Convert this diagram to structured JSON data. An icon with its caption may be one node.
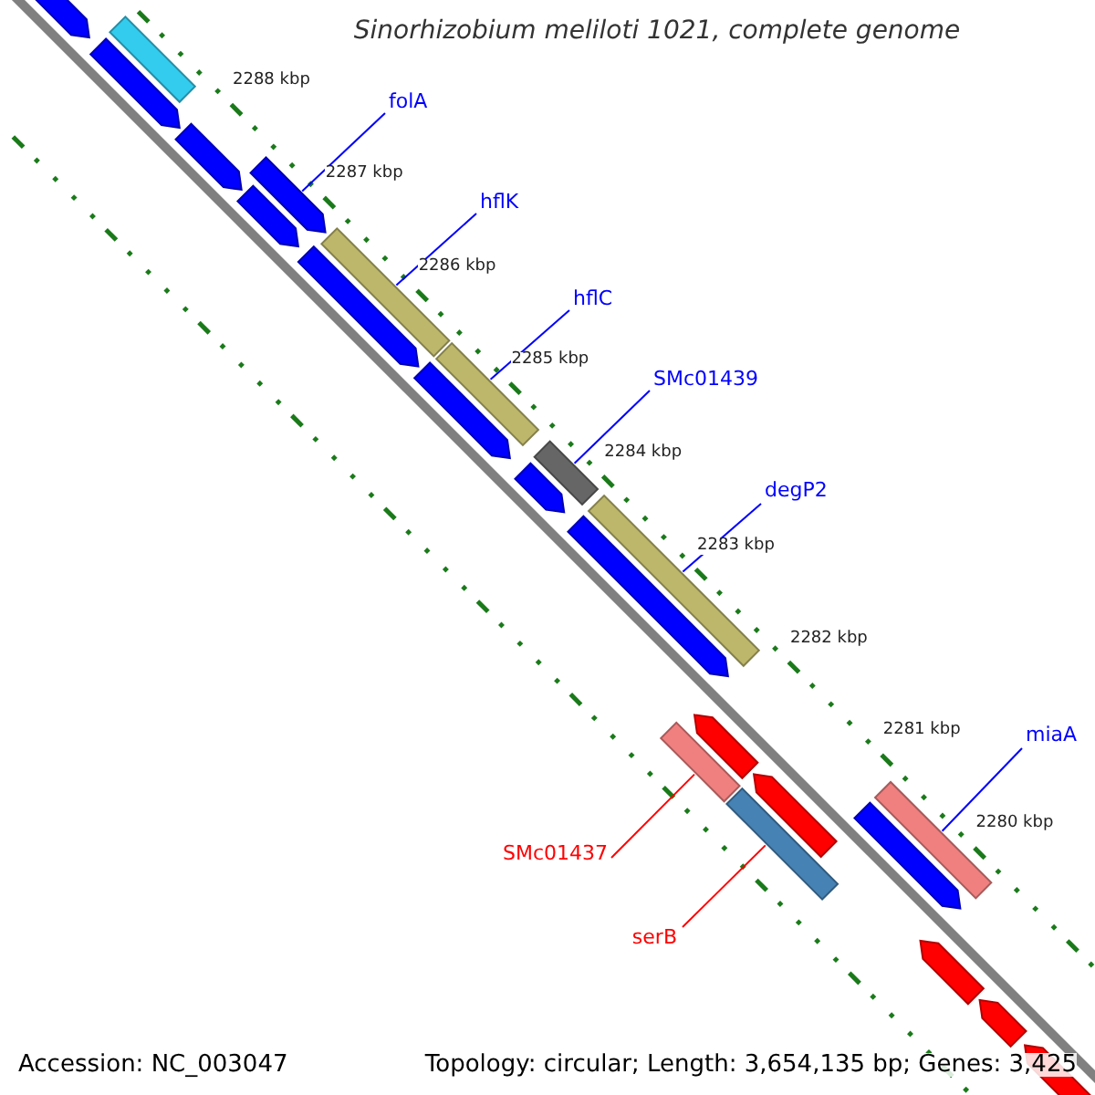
{
  "diagram": {
    "title": "Sinorhizobium meliloti 1021, complete genome",
    "nodes": [
      {
        "text": [
          "folA"
        ]
      },
      {
        "text": [
          "hflK"
        ]
      },
      {
        "text": [
          "hflC"
        ]
      },
      {
        "text": [
          "SMc01439"
        ]
      },
      {
        "text": [
          "degP2"
        ]
      },
      {
        "text": [
          "miaA"
        ]
      },
      {
        "text": [
          "SMc01437"
        ]
      },
      {
        "text": [
          "serB"
        ]
      },
      {
        "text": [],
        "shape": "arrow"
      },
      {
        "text": [],
        "shape": "bar"
      },
      {
        "text": [],
        "shape": "arrow"
      },
      {
        "text": [],
        "shape": "arrow"
      },
      {
        "text": [],
        "shape": "arrow"
      },
      {
        "text": [],
        "shape": "arrow"
      },
      {
        "text": [],
        "shape": "arrow"
      },
      {
        "text": [],
        "shape": "bar"
      },
      {
        "text": [],
        "shape": "arrow"
      },
      {
        "text": [],
        "shape": "bar"
      },
      {
        "text": [],
        "shape": "bar"
      },
      {
        "text": [],
        "shape": "arrow"
      },
      {
        "text": [],
        "shape": "arrow"
      },
      {
        "text": [],
        "shape": "bar"
      },
      {
        "text": [],
        "shape": "bar"
      },
      {
        "text": [],
        "shape": "arrow"
      },
      {
        "text": [],
        "shape": "arrow"
      },
      {
        "text": [],
        "shape": "bar"
      },
      {
        "text": [],
        "shape": "arrow"
      },
      {
        "text": [],
        "shape": "bar"
      },
      {
        "text": [],
        "shape": "arrow"
      },
      {
        "text": [],
        "shape": "arrow"
      },
      {
        "text": [],
        "shape": "arrow"
      }
    ],
    "edges": [
      {
        "from": 0,
        "to": 12,
        "arrow": "none"
      },
      {
        "from": 1,
        "to": 15,
        "arrow": "none"
      },
      {
        "from": 2,
        "to": 17,
        "arrow": "none"
      },
      {
        "from": 3,
        "to": 18,
        "arrow": "none"
      },
      {
        "from": 4,
        "to": 21,
        "arrow": "none"
      },
      {
        "from": 5,
        "to": 27,
        "arrow": "none"
      },
      {
        "from": 6,
        "to": 22,
        "arrow": "none",
        "color": "#ff0000"
      },
      {
        "from": 7,
        "to": 25,
        "arrow": "none",
        "color": "#ff0000"
      }
    ],
    "labels": [
      "2288 kbp",
      "2287 kbp",
      "2286 kbp",
      "2285 kbp",
      "2284 kbp",
      "2283 kbp",
      "2282 kbp",
      "2281 kbp",
      "2280 kbp",
      "Accession: NC_003047",
      "Topology: circular; Length: 3,654,135 bp; Genes: 3,425"
    ]
  }
}
